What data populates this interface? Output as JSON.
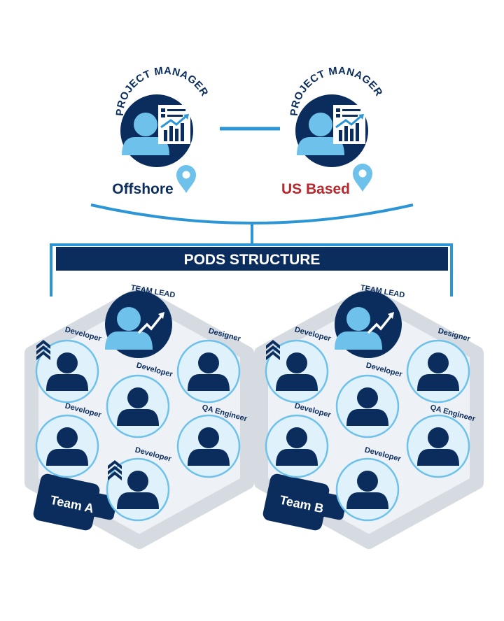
{
  "colors": {
    "navy": "#0b2d5e",
    "accent_blue": "#2b95d6",
    "light_blue": "#6ec1ea",
    "pale_blue": "#dff1fa",
    "hex_gray": "#d5dbe1",
    "hex_fill": "#eef2f6",
    "us_red": "#b8272c"
  },
  "managers": [
    {
      "role": "PROJECT MANAGER",
      "location": "Offshore",
      "icon": "manager-chart-icon"
    },
    {
      "role": "PROJECT MANAGER",
      "location": "US Based",
      "icon": "manager-chart-icon"
    }
  ],
  "banner": {
    "title": "PODS STRUCTURE"
  },
  "teams": [
    {
      "name": "Team A",
      "lead": "TEAM LEAD",
      "members": [
        "Developer",
        "Developer",
        "Designer",
        "Developer",
        "QA Engineer",
        "Developer"
      ]
    },
    {
      "name": "Team B",
      "lead": "TEAM LEAD",
      "members": [
        "Developer",
        "Developer",
        "Designer",
        "Developer",
        "QA Engineer",
        "Developer"
      ]
    }
  ]
}
